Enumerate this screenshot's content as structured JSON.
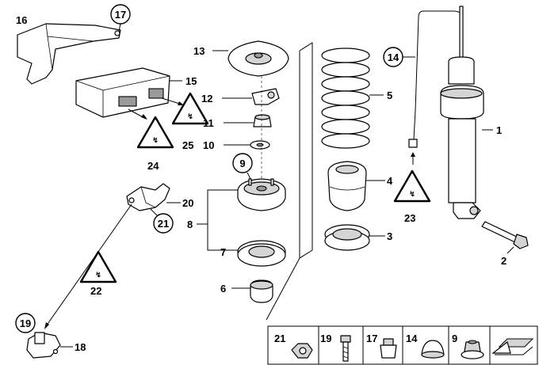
{
  "diagram": {
    "callouts": {
      "c1": "1",
      "c2": "2",
      "c3": "3",
      "c4": "4",
      "c5": "5",
      "c6": "6",
      "c7": "7",
      "c8": "8",
      "c9": "9",
      "c10": "10",
      "c11": "11",
      "c12": "12",
      "c13": "13",
      "c14": "14",
      "c15": "15",
      "c16": "16",
      "c17": "17",
      "c18": "18",
      "c19": "19",
      "c20": "20",
      "c21": "21",
      "c22": "22",
      "c23": "23",
      "c24": "24",
      "c25": "25"
    },
    "legend": {
      "l21": "21",
      "l19": "19",
      "l17": "17",
      "l14": "14",
      "l9": "9"
    },
    "colors": {
      "line": "#000000",
      "fill": "#ffffff",
      "shade": "#d4d4d4"
    }
  }
}
